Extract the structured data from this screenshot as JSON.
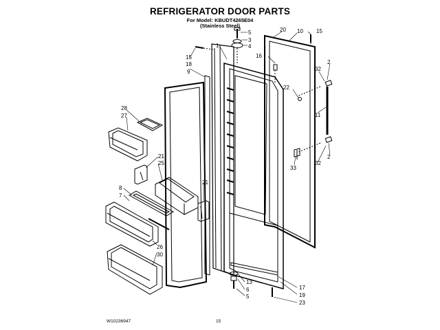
{
  "header": {
    "title": "REFRIGERATOR DOOR PARTS",
    "model_line": "For Model: KBUDT4265E04",
    "finish_line": "(Stainless Steel)"
  },
  "footer": {
    "doc_number": "W10236947",
    "page_number": "15"
  },
  "callouts": [
    "5",
    "3",
    "4",
    "20",
    "10",
    "15",
    "1",
    "16",
    "15",
    "18",
    "9",
    "2",
    "32",
    "22",
    "11",
    "28",
    "27",
    "21",
    "25",
    "21",
    "33",
    "32",
    "2",
    "8",
    "7",
    "26",
    "30",
    "13",
    "6",
    "5",
    "17",
    "19",
    "23"
  ]
}
